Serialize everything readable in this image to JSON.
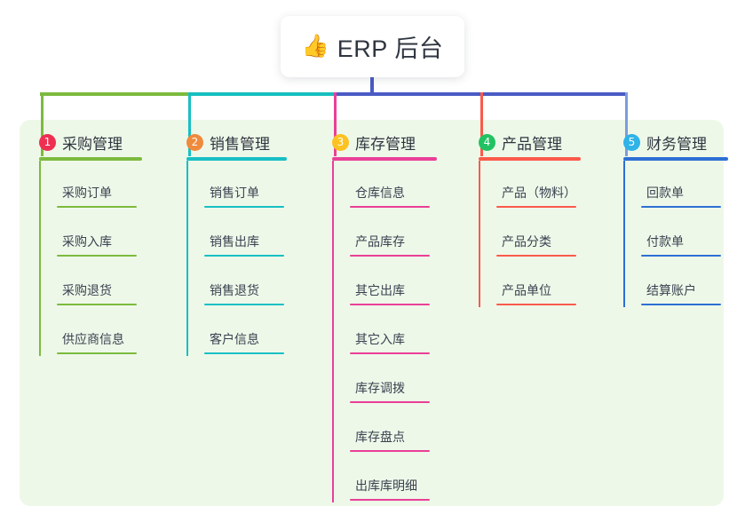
{
  "root": {
    "icon": "thumbs-up-icon",
    "emoji": "👍",
    "title": "ERP 后台"
  },
  "palette": {
    "panel_bg": "#eef8e9",
    "page_bg": "#ffffff",
    "text": "#2f3540",
    "connector_left": "#7cba3f",
    "connector_mid": "#17bfbf",
    "connector_right": "#4a5bc4"
  },
  "columns": [
    {
      "number": "1",
      "title": "采购管理",
      "badge_color": "#ef2f52",
      "line_color": "#7cba3f",
      "drop_color": "#7cba3f",
      "items": [
        "采购订单",
        "采购入库",
        "采购退货",
        "供应商信息"
      ]
    },
    {
      "number": "2",
      "title": "销售管理",
      "badge_color": "#f08a3c",
      "line_color": "#17bfc4",
      "drop_color": "#17bfc4",
      "items": [
        "销售订单",
        "销售出库",
        "销售退货",
        "客户信息"
      ]
    },
    {
      "number": "3",
      "title": "库存管理",
      "badge_color": "#fcc221",
      "line_color": "#ea3f97",
      "drop_color": "#ea3f97",
      "items": [
        "仓库信息",
        "产品库存",
        "其它出库",
        "其它入库",
        "库存调拨",
        "库存盘点",
        "出库库明细"
      ]
    },
    {
      "number": "4",
      "title": "产品管理",
      "badge_color": "#22c263",
      "line_color": "#fa5a4b",
      "drop_color": "#fa5a4b",
      "items": [
        "产品（物料）",
        "产品分类",
        "产品单位"
      ]
    },
    {
      "number": "5",
      "title": "财务管理",
      "badge_color": "#2fb3e8",
      "line_color": "#2d6fd4",
      "drop_color": "#7b9ddd",
      "items": [
        "回款单",
        "付款单",
        "结算账户"
      ]
    }
  ]
}
